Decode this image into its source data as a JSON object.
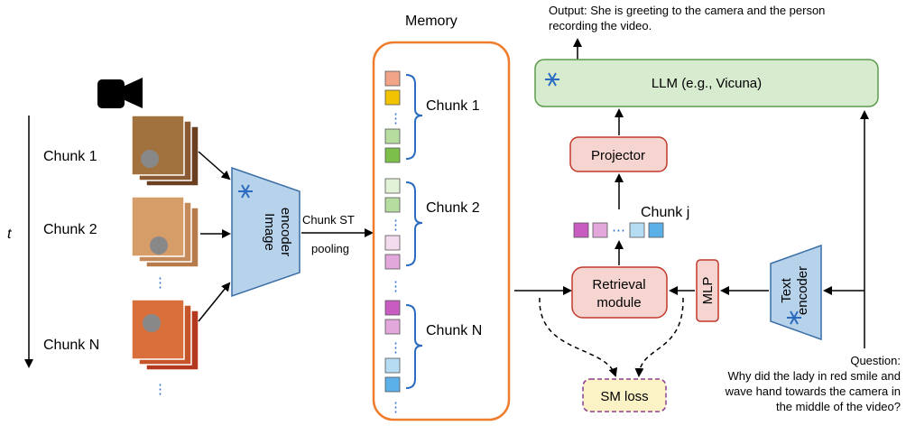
{
  "memory_label": "Memory",
  "output_text": [
    "Output: She is greeting to the camera and the person",
    "recording the video."
  ],
  "time_label": "t",
  "input_chunks": [
    "Chunk 1",
    "Chunk 2",
    "Chunk N"
  ],
  "image_encoder_label": [
    "Image",
    "encoder"
  ],
  "pooling_label": [
    "Chunk ST",
    "pooling"
  ],
  "memory_chunks": [
    "Chunk 1",
    "Chunk 2",
    "Chunk N"
  ],
  "llm_label": "LLM (e.g., Vicuna)",
  "projector_label": "Projector",
  "retrieved_chunk_label": "Chunk j",
  "retrieval_label": [
    "Retrieval",
    "module"
  ],
  "mlp_label": "MLP",
  "text_encoder_label": [
    "Text",
    "encoder"
  ],
  "loss_label": "SM loss",
  "question_text": [
    "Question:",
    "Why did the lady in red smile and",
    "wave hand towards the camera in",
    "the middle of the video?"
  ],
  "vertical_ellipsis": "⋮",
  "horizontal_ellipsis": "⋯",
  "colors": {
    "memory_border": "#f07d2b",
    "llm_fill": "#d7ebcf",
    "llm_border": "#5e9b4c",
    "module_fill": "#f6d5d0",
    "module_border": "#c0392b",
    "encoder_fill": "#b7d3ec",
    "encoder_border": "#3a6ea5",
    "loss_fill": "#fbf3c6",
    "loss_border": "#8e3c8e",
    "snowflake": "#2b6cc0"
  }
}
